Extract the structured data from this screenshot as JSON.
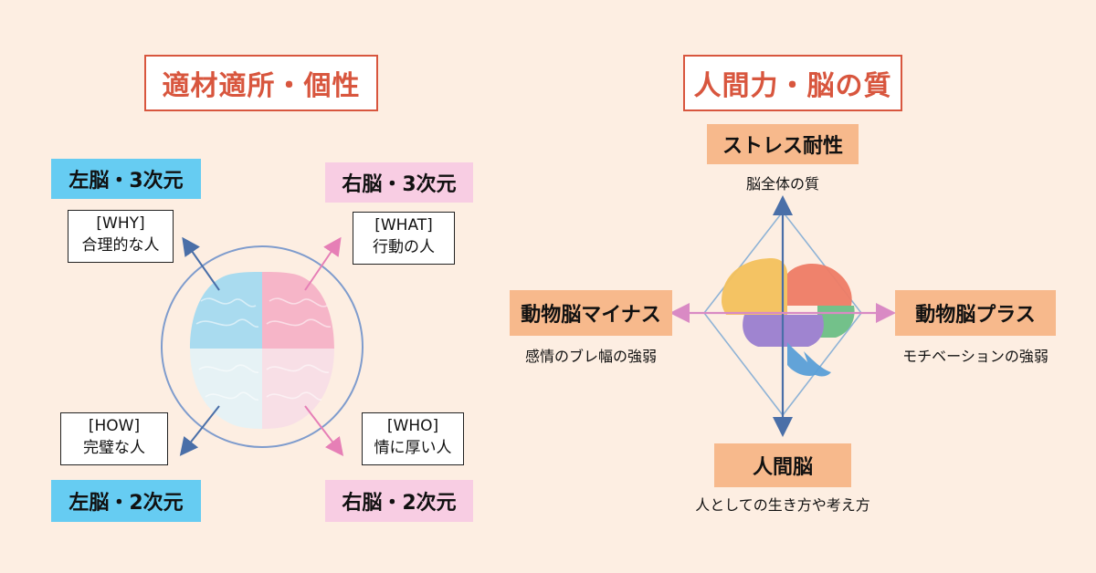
{
  "left_panel": {
    "title": "適材適所・個性",
    "quadrants": {
      "top_left": {
        "tag": "左脳・3次元",
        "type": "[WHY]",
        "desc": "合理的な人"
      },
      "top_right": {
        "tag": "右脳・3次元",
        "type": "[WHAT]",
        "desc": "行動の人"
      },
      "bottom_left": {
        "tag": "左脳・2次元",
        "type": "[HOW]",
        "desc": "完璧な人"
      },
      "bottom_right": {
        "tag": "右脳・2次元",
        "type": "[WHO]",
        "desc": "情に厚い人"
      }
    },
    "colors": {
      "left_top": "#a9dbef",
      "right_top": "#f6b5c8",
      "left_bottom": "#e6f2f5",
      "right_bottom": "#f8dfe6",
      "blue_arrow": "#4a6fa8",
      "pink_arrow": "#e67fb6"
    }
  },
  "right_panel": {
    "title": "人間力・脳の質",
    "top": {
      "label": "ストレス耐性",
      "caption": "脳全体の質"
    },
    "left": {
      "label": "動物脳マイナス",
      "caption": "感情のブレ幅の強弱"
    },
    "right": {
      "label": "動物脳プラス",
      "caption": "モチベーションの強弱"
    },
    "bottom": {
      "label": "人間脳",
      "caption": "人としての生き方や考え方"
    },
    "colors": {
      "axis": "#4a6fa8",
      "horizontal_axis": "#d98ac4",
      "diamond": "#8fb3d6"
    }
  }
}
